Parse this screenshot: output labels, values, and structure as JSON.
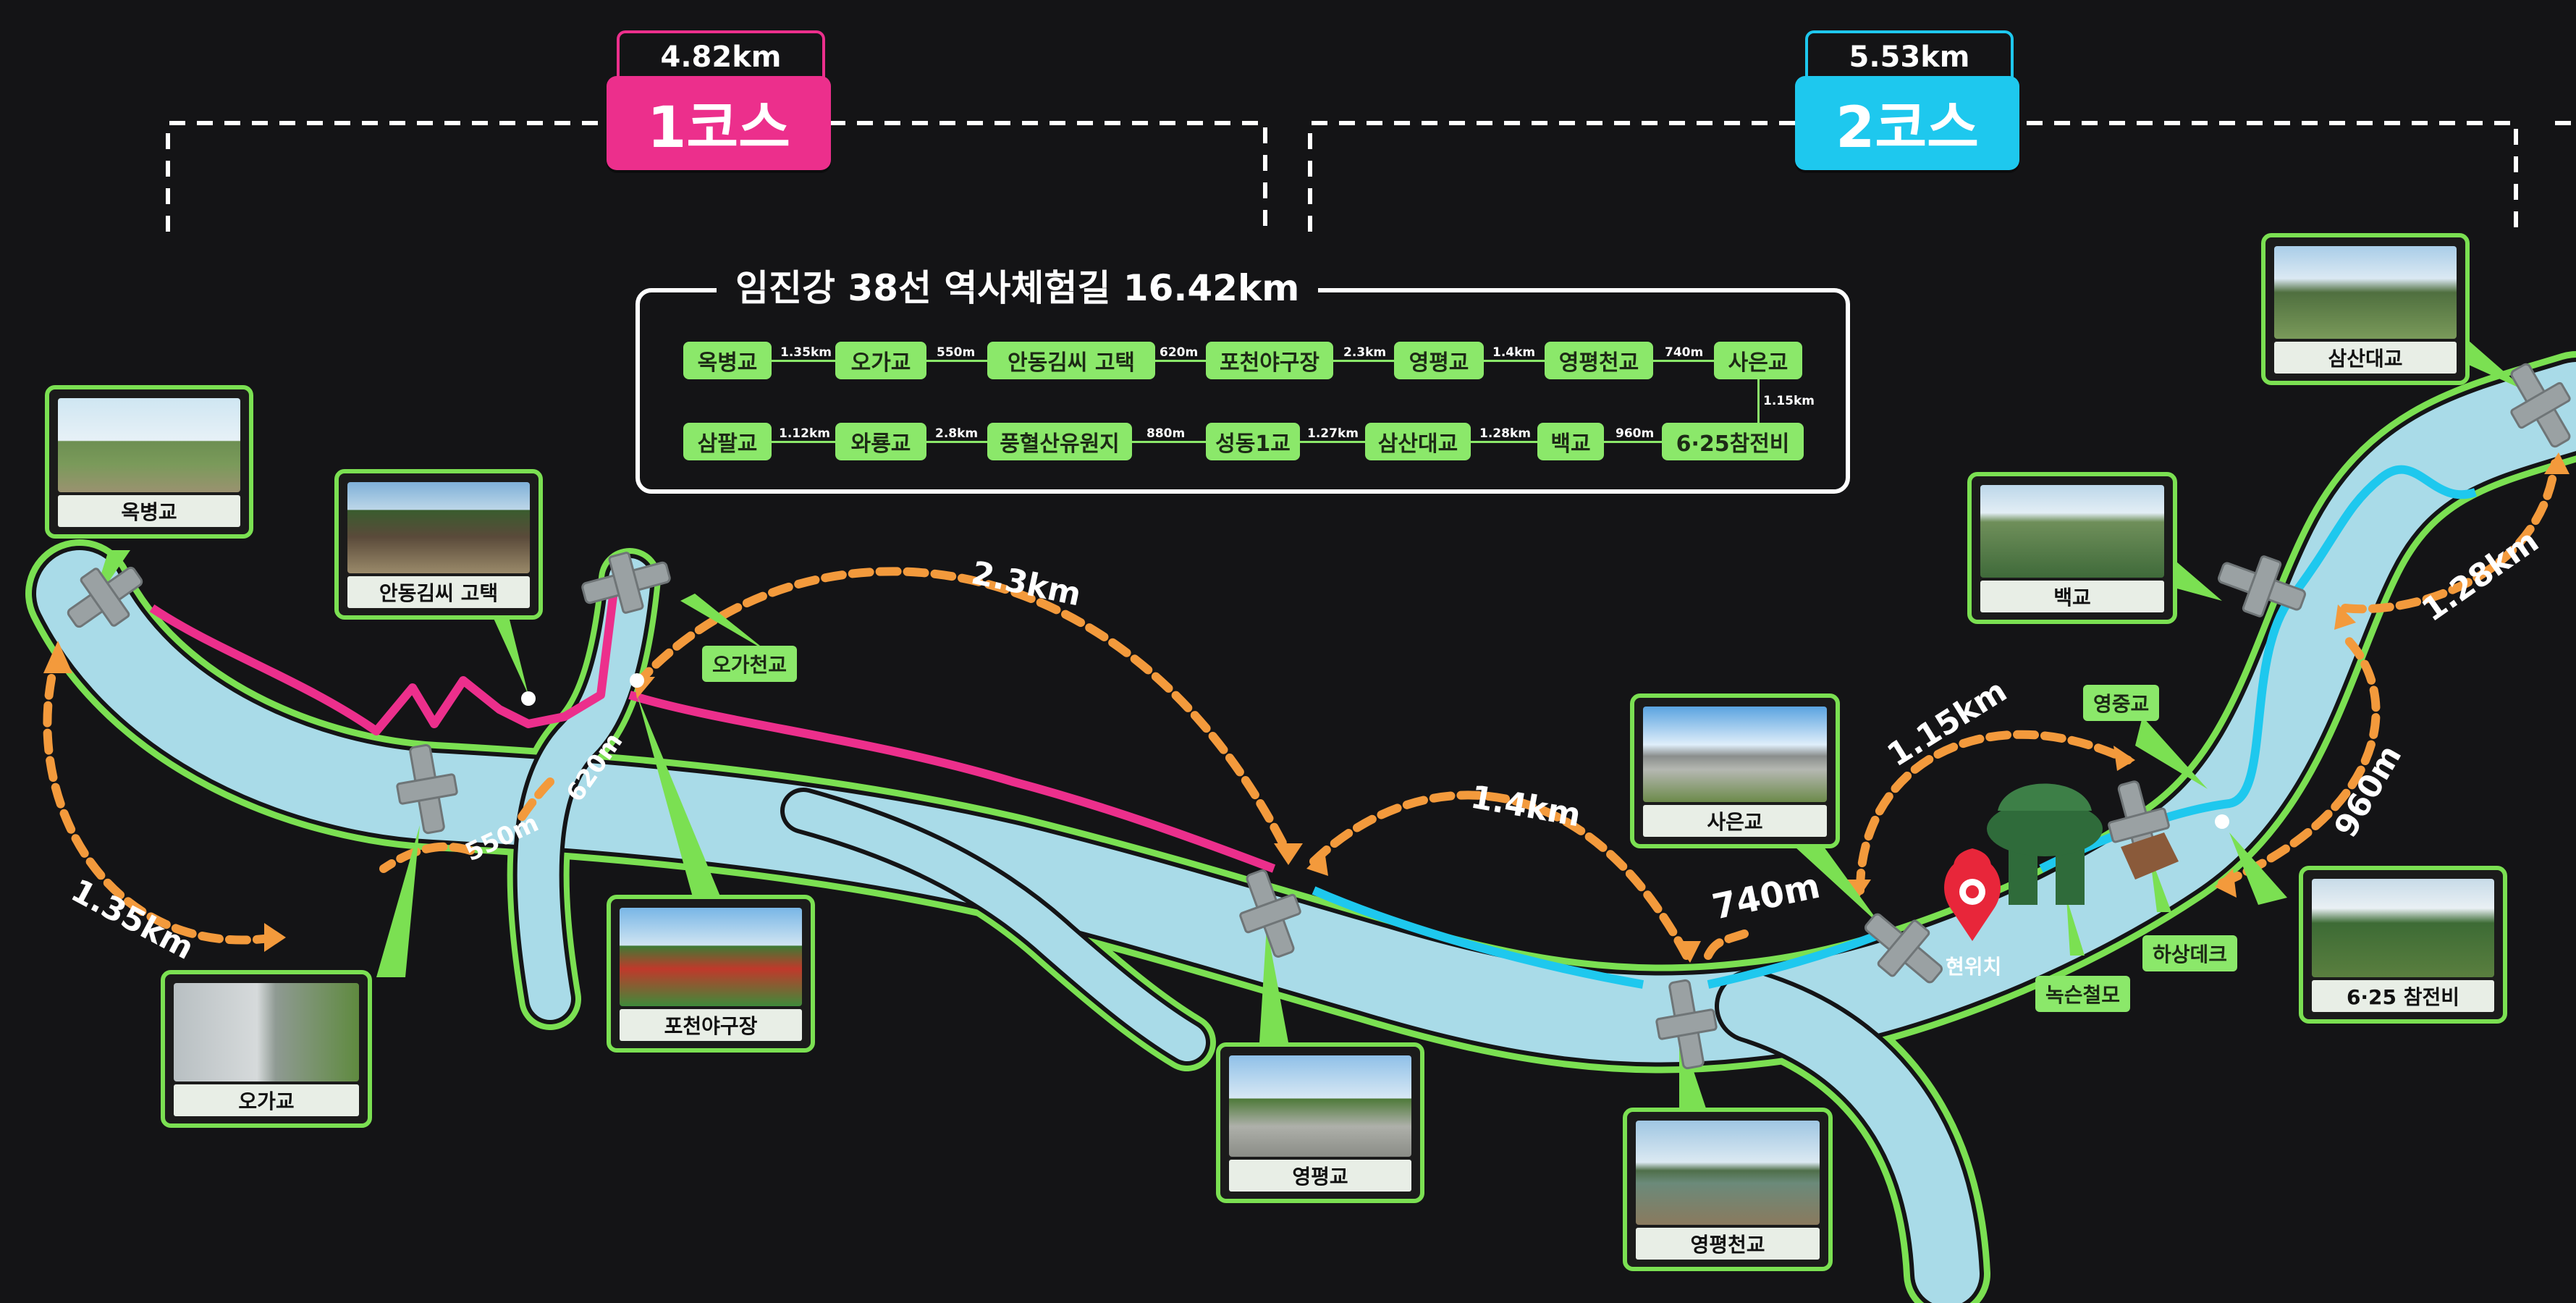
{
  "courses": {
    "course1": {
      "label": "1코스",
      "distance": "4.82km",
      "color": "#ec2f8c"
    },
    "course2": {
      "label": "2코스",
      "distance": "5.53km",
      "color": "#1ec8ee"
    }
  },
  "route_summary": {
    "title": "임진강 38선 역사체험길 16.42km",
    "row1": [
      {
        "stop": "옥병교",
        "next_distance": "1.35km"
      },
      {
        "stop": "오가교",
        "next_distance": "550m"
      },
      {
        "stop": "안동김씨 고택",
        "next_distance": "620m"
      },
      {
        "stop": "포천야구장",
        "next_distance": "2.3km"
      },
      {
        "stop": "영평교",
        "next_distance": "1.4km"
      },
      {
        "stop": "영평천교",
        "next_distance": "740m"
      },
      {
        "stop": "사은교",
        "next_distance": ""
      }
    ],
    "connector_distance": "1.15km",
    "row2": [
      {
        "stop": "삼팔교",
        "next_distance": "1.12km"
      },
      {
        "stop": "와룡교",
        "next_distance": "2.8km"
      },
      {
        "stop": "풍혈산유원지",
        "next_distance": "880m"
      },
      {
        "stop": "성동1교",
        "next_distance": "1.27km"
      },
      {
        "stop": "삼산대교",
        "next_distance": "1.28km"
      },
      {
        "stop": "백교",
        "next_distance": "960m"
      },
      {
        "stop": "6·25참전비",
        "next_distance": ""
      }
    ]
  },
  "map_distances": [
    "1.35km",
    "550m",
    "620m",
    "2.3km",
    "1.4km",
    "740m",
    "1.15km",
    "960m",
    "1.28km"
  ],
  "photo_cards": [
    "옥병교",
    "안동김씨 고택",
    "오가교",
    "포천야구장",
    "영평교",
    "영평천교",
    "사은교",
    "백교",
    "삼산대교",
    "6·25 참전비"
  ],
  "tags": [
    "오가천교",
    "영중교",
    "하상데크",
    "녹슨철모"
  ],
  "current_location": "현위치",
  "colors": {
    "background": "#141416",
    "river": "#a9dbe8",
    "river_edge": "#7be052",
    "course1_path": "#ec2f8c",
    "course2_path": "#1ec8ee",
    "distance_arrow": "#f39a3c",
    "label_green": "#8be86a",
    "location_pin": "#e8263a"
  }
}
